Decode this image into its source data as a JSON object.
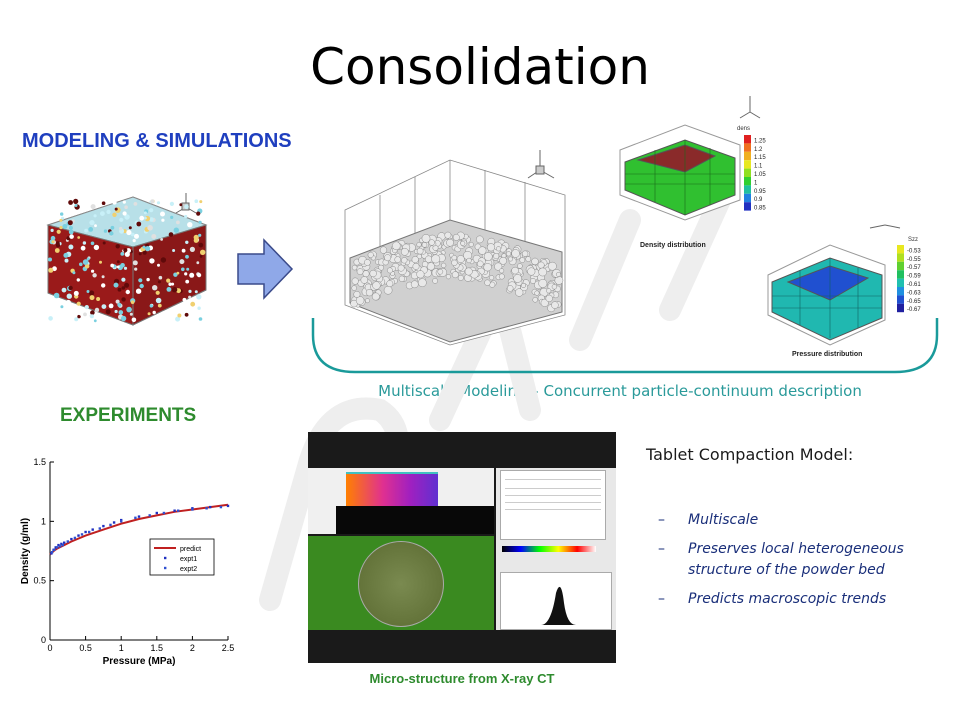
{
  "slide": {
    "title": "Consolidation",
    "modeling_heading": "MODELING & SIMULATIONS",
    "experiments_heading": "EXPERIMENTS",
    "multiscale_caption": "Multiscale Modeling – Concurrent particle-continuum description",
    "ct_caption": "Micro-structure from X-ray CT",
    "model_title": "Tablet Compaction Model:",
    "bullets": [
      "Multiscale",
      "Preserves local heterogeneous structure of the powder bed",
      "Predicts macroscopic trends"
    ],
    "bullet_dash": "–"
  },
  "density_plot": {
    "title": "Density distribution",
    "legend_title": "dens",
    "levels": [
      "1.25",
      "1.2",
      "1.15",
      "1.1",
      "1.05",
      "1",
      "0.95",
      "0.9",
      "0.85"
    ],
    "colors": [
      "#e02020",
      "#f07020",
      "#f0b020",
      "#e8e820",
      "#90e020",
      "#30d030",
      "#20c0a0",
      "#2080e0",
      "#2030c0"
    ]
  },
  "pressure_plot": {
    "title": "Pressure distribution",
    "legend_title": "Szz",
    "levels": [
      "-0.53",
      "-0.55",
      "-0.57",
      "-0.59",
      "-0.61",
      "-0.63",
      "-0.65",
      "-0.67"
    ],
    "colors": [
      "#e8e820",
      "#b0e020",
      "#60d030",
      "#20c060",
      "#20c0b0",
      "#2090e0",
      "#2050d0",
      "#2020a0"
    ]
  },
  "chart_data": {
    "type": "line",
    "xlabel": "Pressure (MPa)",
    "ylabel": "Density (g/ml)",
    "xlim": [
      0,
      2.5
    ],
    "ylim": [
      0,
      1.5
    ],
    "xticks": [
      "0",
      "0.5",
      "1",
      "1.5",
      "2",
      "2.5"
    ],
    "yticks": [
      "0",
      "0.5",
      "1",
      "1.5"
    ],
    "legend_position": "right-middle",
    "series": [
      {
        "name": "predict",
        "kind": "line",
        "color": "#c02020",
        "x": [
          0,
          0.05,
          0.1,
          0.2,
          0.3,
          0.5,
          0.75,
          1.0,
          1.25,
          1.5,
          1.75,
          2.0,
          2.25,
          2.5
        ],
        "y": [
          0.72,
          0.75,
          0.77,
          0.8,
          0.83,
          0.88,
          0.93,
          0.98,
          1.02,
          1.05,
          1.08,
          1.1,
          1.12,
          1.14
        ]
      },
      {
        "name": "expt1",
        "kind": "points",
        "color": "#2030c0",
        "x": [
          0.02,
          0.05,
          0.08,
          0.12,
          0.16,
          0.2,
          0.3,
          0.4,
          0.5,
          0.6,
          0.75,
          0.9,
          1.0,
          1.25,
          1.5,
          1.75,
          2.0,
          2.25,
          2.5
        ],
        "y": [
          0.73,
          0.76,
          0.78,
          0.8,
          0.81,
          0.82,
          0.85,
          0.88,
          0.91,
          0.93,
          0.96,
          0.99,
          1.01,
          1.04,
          1.07,
          1.09,
          1.11,
          1.12,
          1.13
        ]
      },
      {
        "name": "expt2",
        "kind": "points",
        "color": "#3050d0",
        "x": [
          0.03,
          0.06,
          0.1,
          0.14,
          0.18,
          0.25,
          0.35,
          0.45,
          0.55,
          0.7,
          0.85,
          1.0,
          1.2,
          1.4,
          1.6,
          1.8,
          2.0,
          2.2,
          2.4
        ],
        "y": [
          0.74,
          0.76,
          0.78,
          0.79,
          0.8,
          0.83,
          0.86,
          0.89,
          0.91,
          0.94,
          0.97,
          1.0,
          1.03,
          1.05,
          1.07,
          1.09,
          1.1,
          1.11,
          1.12
        ]
      }
    ]
  }
}
